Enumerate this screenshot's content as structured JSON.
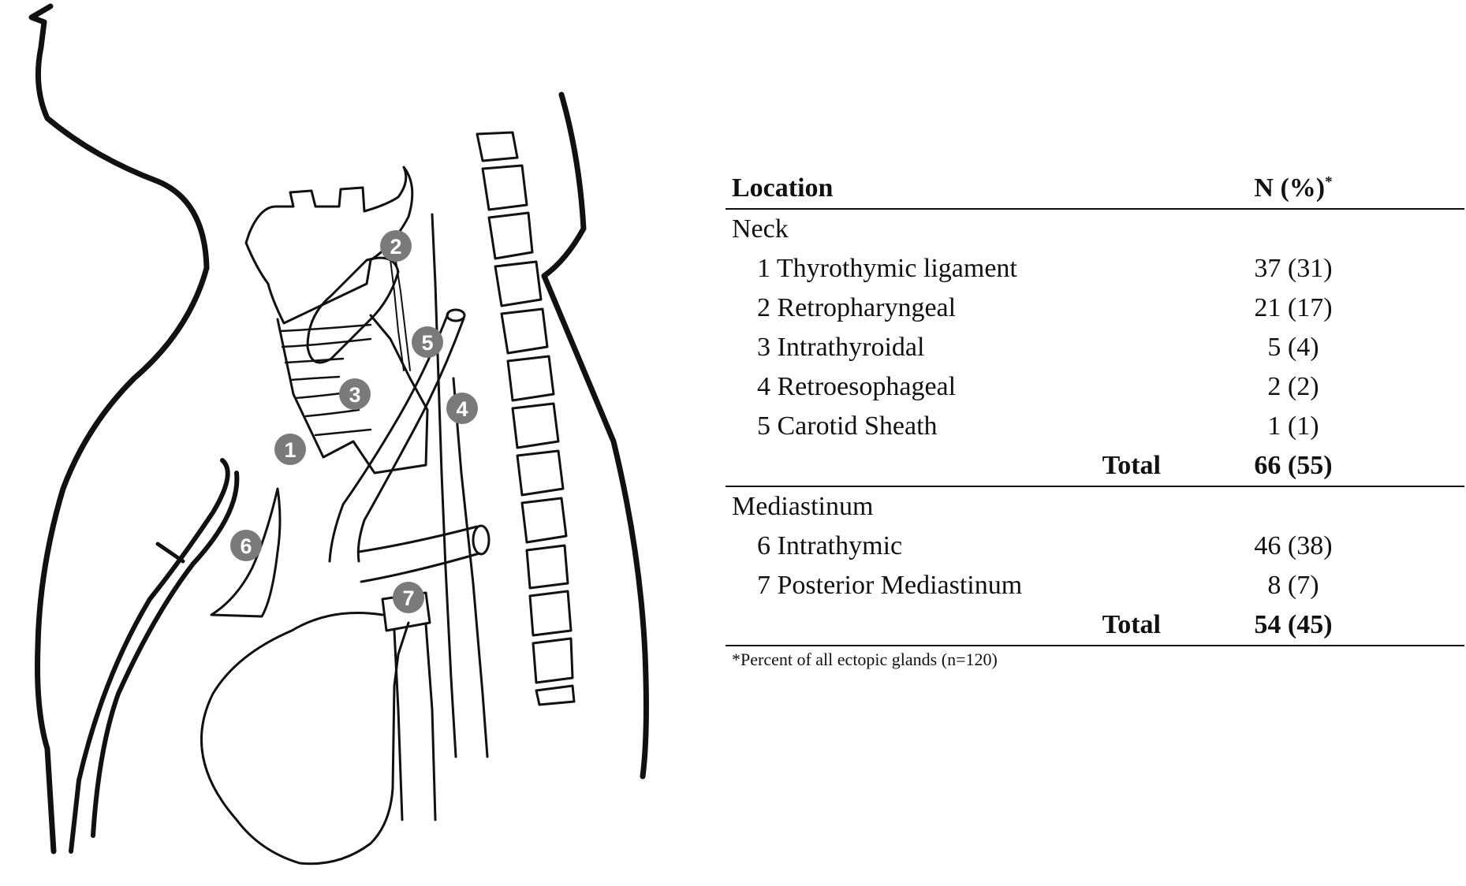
{
  "markers": [
    "1",
    "2",
    "3",
    "4",
    "5",
    "6",
    "7"
  ],
  "table": {
    "header": {
      "location": "Location",
      "n_percent": "N (%)",
      "asterisk": "*"
    },
    "groups": [
      {
        "name": "Neck",
        "rows": [
          {
            "label": "1 Thyrothymic ligament",
            "value": "37 (31)"
          },
          {
            "label": "2 Retropharyngeal",
            "value": "21 (17)"
          },
          {
            "label": "3 Intrathyroidal",
            "value": "5 (4)"
          },
          {
            "label": "4 Retroesophageal",
            "value": "2 (2)"
          },
          {
            "label": "5 Carotid Sheath",
            "value": "1 (1)"
          }
        ],
        "total_label": "Total",
        "total_value": "66 (55)"
      },
      {
        "name": "Mediastinum",
        "rows": [
          {
            "label": "6 Intrathymic",
            "value": "46 (38)"
          },
          {
            "label": "7 Posterior Mediastinum",
            "value": "8 (7)"
          }
        ],
        "total_label": "Total",
        "total_value": "54 (45)"
      }
    ],
    "footnote": "*Percent of all ectopic glands (n=120)"
  }
}
